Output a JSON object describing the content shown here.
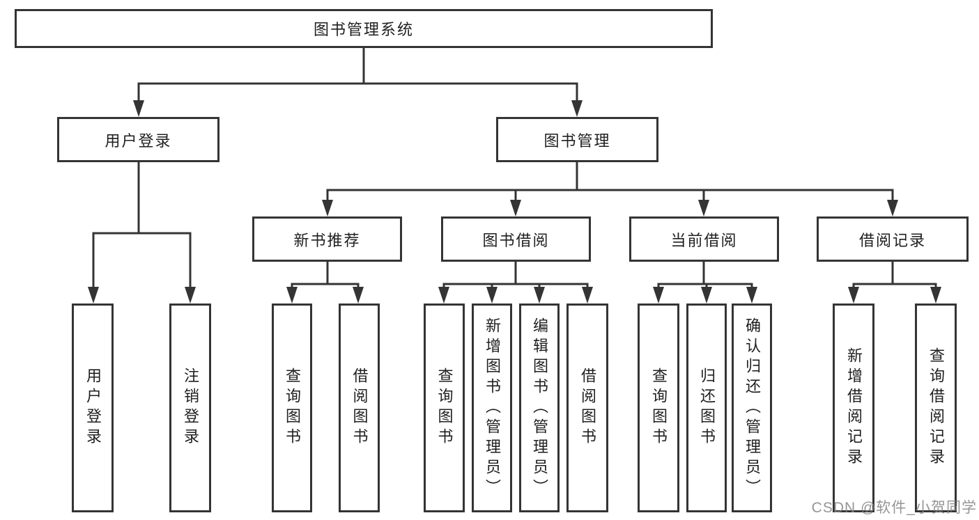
{
  "diagram": {
    "title": "图书管理系统",
    "level2": {
      "user_login": "用户登录",
      "book_mgmt": "图书管理"
    },
    "level3": {
      "new_book": "新书推荐",
      "book_borrow": "图书借阅",
      "current_borrow": "当前借阅",
      "borrow_record": "借阅记录"
    },
    "leaves": {
      "user_login_1": "用户登录",
      "user_login_2": "注销登录",
      "new_book_1": "查询图书",
      "new_book_2": "借阅图书",
      "book_borrow_1": "查询图书",
      "book_borrow_2": "新增图书（管理员）",
      "book_borrow_3": "编辑图书（管理员）",
      "book_borrow_4": "借阅图书",
      "current_borrow_1": "查询图书",
      "current_borrow_2": "归还图书",
      "current_borrow_3": "确认归还（管理员）",
      "borrow_record_1": "新增借阅记录",
      "borrow_record_2": "查询借阅记录"
    },
    "watermark": "CSDN @软件_小贺同学",
    "colors": {
      "line": "#343434",
      "text": "#1f1f1f",
      "background": "#ffffff",
      "watermark": "#828282"
    }
  }
}
